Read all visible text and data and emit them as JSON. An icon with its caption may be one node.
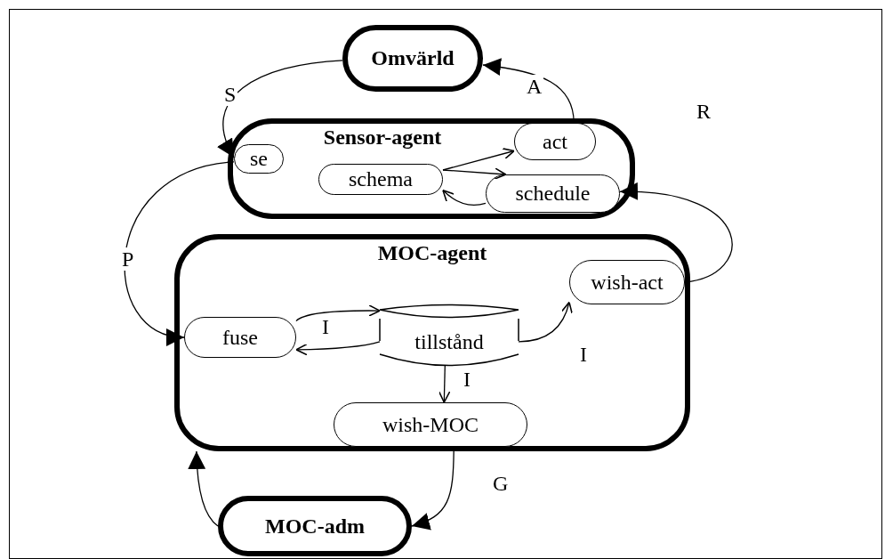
{
  "diagram": {
    "nodes": [
      {
        "text": [
          "Omvärld"
        ]
      },
      {
        "text": [
          "Sensor-agent"
        ]
      },
      {
        "text": [
          "se"
        ],
        "in": 1
      },
      {
        "text": [
          "act"
        ],
        "in": 1
      },
      {
        "text": [
          "schema"
        ],
        "in": 1
      },
      {
        "text": [
          "schedule"
        ],
        "in": 1
      },
      {
        "text": [
          "MOC-agent"
        ]
      },
      {
        "text": [
          "fuse"
        ],
        "in": 6
      },
      {
        "text": [
          "tillstånd"
        ],
        "in": 6
      },
      {
        "text": [
          "wish-act"
        ],
        "in": 6
      },
      {
        "text": [
          "wish-MOC"
        ],
        "in": 6
      },
      {
        "text": [
          "MOC-adm"
        ]
      }
    ],
    "edges": [
      {
        "from": 0,
        "to": 2,
        "arrow": "to",
        "label": "S"
      },
      {
        "from": 3,
        "to": 0,
        "arrow": "to",
        "label": "A"
      },
      {
        "from": 4,
        "to": 3,
        "arrow": "to"
      },
      {
        "from": 4,
        "to": 5,
        "arrow": "to"
      },
      {
        "from": 5,
        "to": 4,
        "arrow": "to"
      },
      {
        "from": 9,
        "to": 5,
        "arrow": "to",
        "label": "R"
      },
      {
        "from": 2,
        "to": 7,
        "arrow": "to",
        "label": "P"
      },
      {
        "from": 7,
        "to": 8,
        "arrow": "to",
        "label": "I"
      },
      {
        "from": 8,
        "to": 7,
        "arrow": "to"
      },
      {
        "from": 8,
        "to": 9,
        "arrow": "to",
        "label": "I"
      },
      {
        "from": 8,
        "to": 10,
        "arrow": "to",
        "label": "I"
      },
      {
        "from": 10,
        "to": 11,
        "arrow": "to",
        "label": "G"
      },
      {
        "from": 11,
        "to": 6,
        "arrow": "to"
      }
    ]
  }
}
